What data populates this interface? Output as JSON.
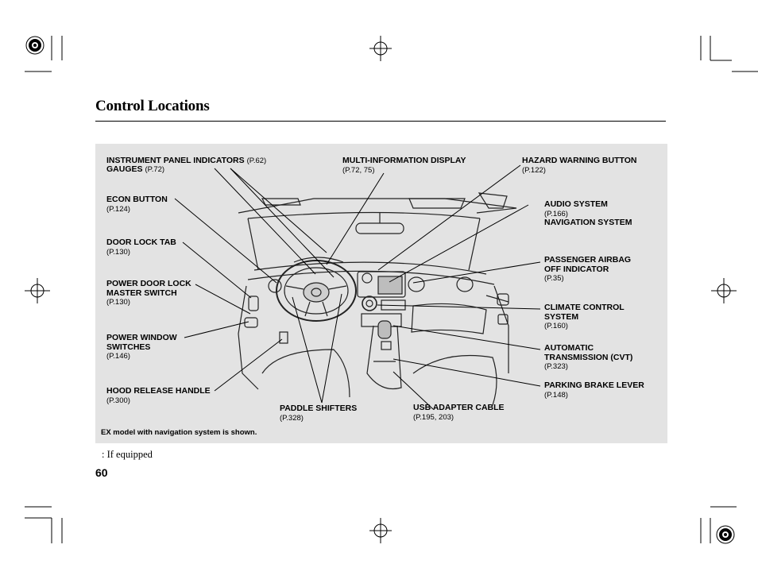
{
  "page": {
    "title": "Control Locations",
    "page_number": "60",
    "footnote": ":  If equipped",
    "model_note": "EX model with navigation system is shown."
  },
  "callouts": {
    "instrument_panel": {
      "label": "INSTRUMENT PANEL INDICATORS",
      "ref": "(P.62)"
    },
    "gauges": {
      "label": "GAUGES",
      "ref": "(P.72)"
    },
    "econ_button": {
      "label": "ECON BUTTON",
      "ref": "(P.124)"
    },
    "door_lock_tab": {
      "label": "DOOR LOCK TAB",
      "ref": "(P.130)"
    },
    "power_door_lock": {
      "line1": "POWER DOOR LOCK",
      "line2": "MASTER SWITCH",
      "ref": "(P.130)"
    },
    "power_window": {
      "line1": "POWER WINDOW",
      "line2": "SWITCHES",
      "ref": "(P.146)"
    },
    "hood_release": {
      "label": "HOOD RELEASE HANDLE",
      "ref": "(P.300)"
    },
    "paddle_shifters": {
      "label": "PADDLE SHIFTERS",
      "ref": "(P.328)"
    },
    "usb_adapter": {
      "label": "USB ADAPTER CABLE",
      "ref": "(P.195, 203)"
    },
    "multi_info": {
      "label": "MULTI-INFORMATION DISPLAY",
      "ref": "(P.72, 75)"
    },
    "hazard": {
      "label": "HAZARD WARNING BUTTON",
      "ref": "(P.122)"
    },
    "audio": {
      "label": "AUDIO SYSTEM",
      "ref": "(P.166)",
      "label2": "NAVIGATION SYSTEM"
    },
    "airbag": {
      "line1": "PASSENGER AIRBAG",
      "line2": "OFF INDICATOR",
      "ref": "(P.35)"
    },
    "climate": {
      "line1": "CLIMATE CONTROL",
      "line2": "SYSTEM",
      "ref": "(P.160)"
    },
    "transmission": {
      "line1": "AUTOMATIC",
      "line2": "TRANSMISSION (CVT)",
      "ref": "(P.323)"
    },
    "parking_brake": {
      "label": "PARKING BRAKE LEVER",
      "ref": "(P.148)"
    }
  }
}
